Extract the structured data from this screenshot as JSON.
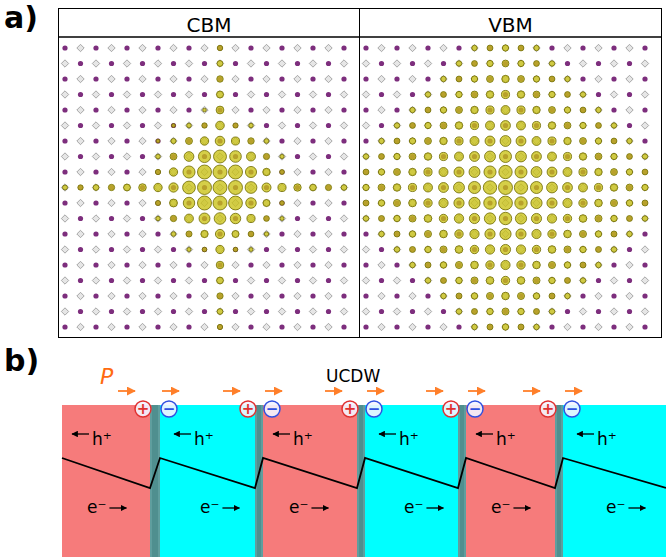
{
  "diagram": {
    "nodes": [
      {
        "text": [
          "CBM"
        ]
      },
      {
        "text": [
          "VBM"
        ]
      },
      {
        "text": [
          "h⁺",
          "e⁻"
        ]
      },
      {
        "text": [
          "h⁺",
          "e⁻"
        ]
      },
      {
        "text": [
          "h⁺",
          "e⁻"
        ]
      },
      {
        "text": [
          "h⁺",
          "e⁻"
        ]
      },
      {
        "text": [
          "h⁺",
          "e⁻"
        ]
      },
      {
        "text": [
          "h⁺",
          "e⁻"
        ]
      },
      {
        "text": [
          "+"
        ]
      },
      {
        "text": [
          "−"
        ]
      },
      {
        "text": [
          "+"
        ]
      },
      {
        "text": [
          "−"
        ]
      },
      {
        "text": [
          "+"
        ]
      },
      {
        "text": [
          "−"
        ]
      },
      {
        "text": [
          "+"
        ]
      },
      {
        "text": [
          "−"
        ]
      },
      {
        "text": [
          "+"
        ]
      },
      {
        "text": [
          "−"
        ]
      }
    ],
    "labels": [
      "a)",
      "b)",
      "P",
      "UCDW"
    ]
  }
}
